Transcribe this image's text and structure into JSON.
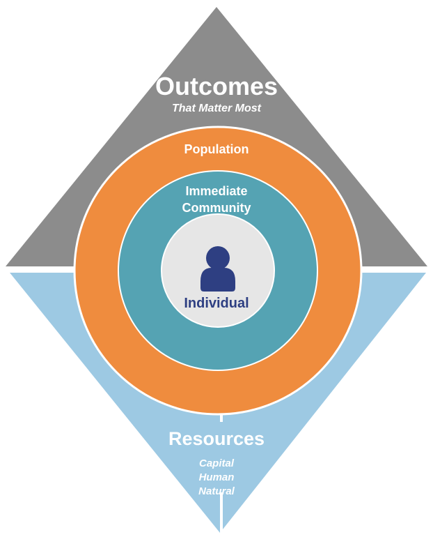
{
  "outcomes": {
    "title": "Outcomes",
    "subtitle": "That Matter Most",
    "color": "#8c8c8c"
  },
  "rings": {
    "population": {
      "label": "Population",
      "color": "#ef8c3e"
    },
    "community": {
      "label_line1": "Immediate",
      "label_line2": "Community",
      "color": "#55a3b3"
    },
    "individual": {
      "label": "Individual",
      "color": "#e6e6e6",
      "icon": "person-icon",
      "icon_color": "#2e3f82"
    }
  },
  "resources": {
    "title": "Resources",
    "items": [
      "Capital",
      "Human",
      "Natural"
    ],
    "color": "#9dc9e3"
  }
}
